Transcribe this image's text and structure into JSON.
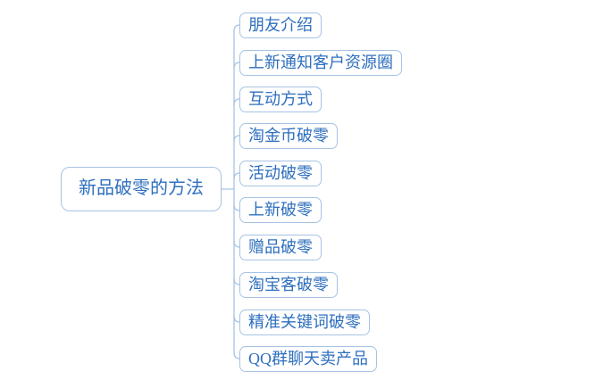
{
  "diagram": {
    "type": "mindmap",
    "root": {
      "label": "新品破零的方法"
    },
    "children": [
      {
        "label": "朋友介绍"
      },
      {
        "label": "上新通知客户资源圈"
      },
      {
        "label": "互动方式"
      },
      {
        "label": "淘金币破零"
      },
      {
        "label": "活动破零"
      },
      {
        "label": "上新破零"
      },
      {
        "label": "赠品破零"
      },
      {
        "label": "淘宝客破零"
      },
      {
        "label": "精准关键词破零"
      },
      {
        "label": "QQ群聊天卖产品"
      }
    ],
    "colors": {
      "text": "#2e6fbe",
      "border": "#a6c3e3",
      "line": "#a6c3e3",
      "background": "#ffffff"
    }
  }
}
